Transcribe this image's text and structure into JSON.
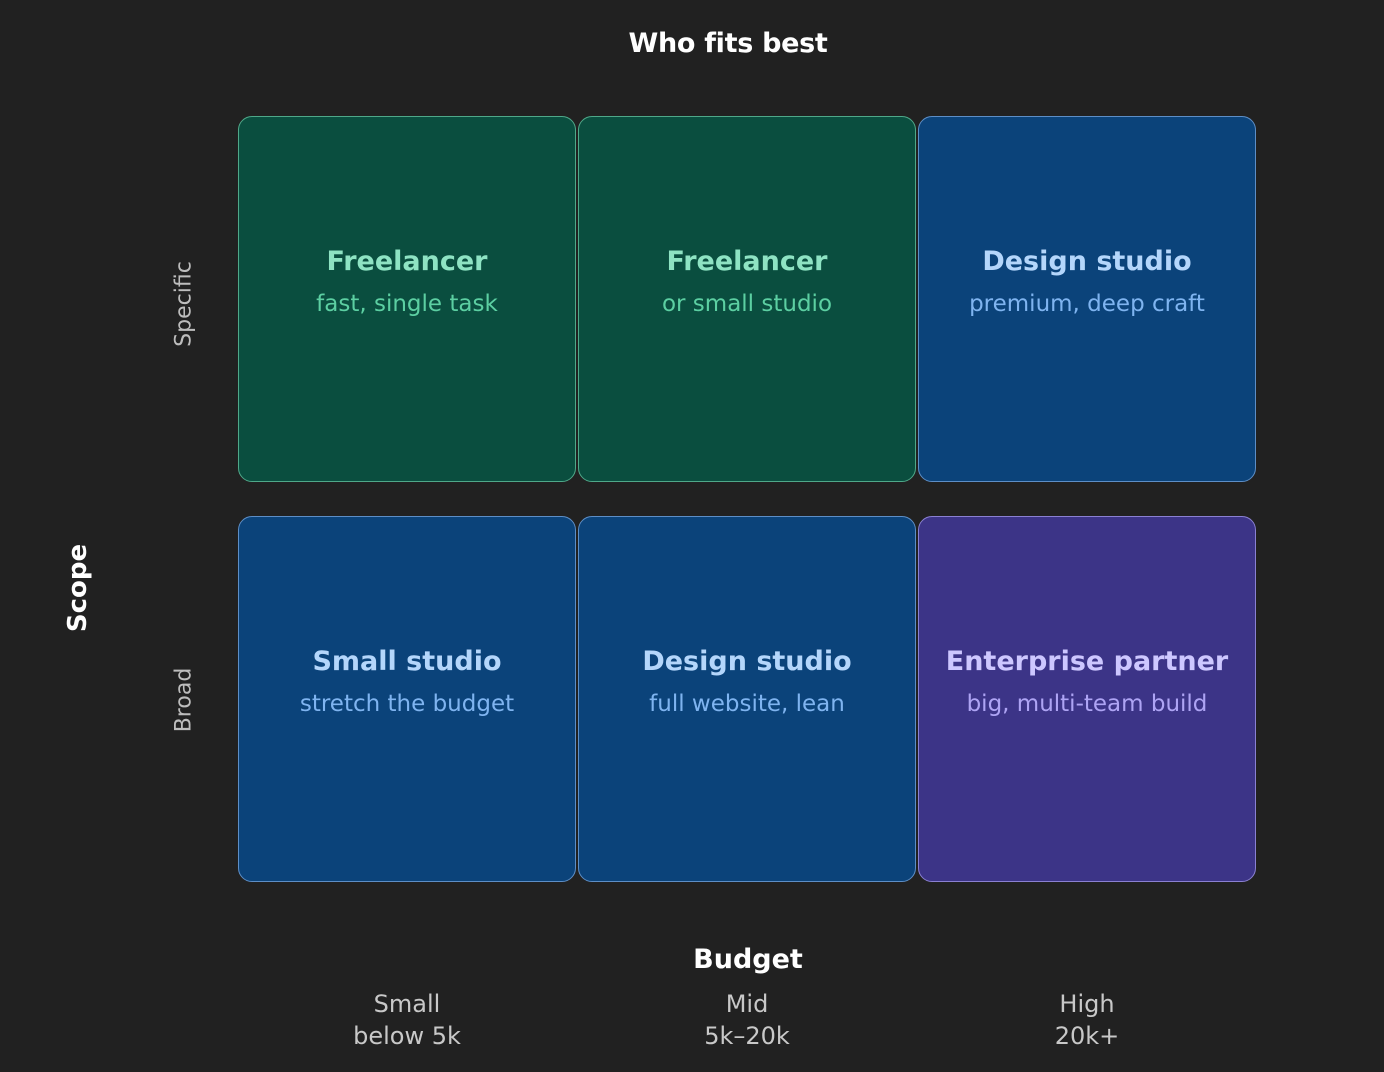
{
  "title": "Who fits best",
  "y_axis": {
    "label": "Scope",
    "rows": [
      "Specific",
      "Broad"
    ]
  },
  "x_axis": {
    "label": "Budget",
    "columns": [
      {
        "name": "Small",
        "range": "below 5k"
      },
      {
        "name": "Mid",
        "range": "5k–20k"
      },
      {
        "name": "High",
        "range": "20k+"
      }
    ]
  },
  "cells": [
    [
      {
        "title": "Freelancer",
        "subtitle": "fast, single task",
        "tone": "green"
      },
      {
        "title": "Freelancer",
        "subtitle": "or small studio",
        "tone": "green"
      },
      {
        "title": "Design studio",
        "subtitle": "premium, deep craft",
        "tone": "blue"
      }
    ],
    [
      {
        "title": "Small studio",
        "subtitle": "stretch the budget",
        "tone": "blue"
      },
      {
        "title": "Design studio",
        "subtitle": "full website, lean",
        "tone": "blue"
      },
      {
        "title": "Enterprise partner",
        "subtitle": "big, multi-team build",
        "tone": "purple"
      }
    ]
  ],
  "colors": {
    "background": "#212121",
    "green_fill": "#0a4e3f",
    "blue_fill": "#0b437a",
    "purple_fill": "#3c3487"
  }
}
